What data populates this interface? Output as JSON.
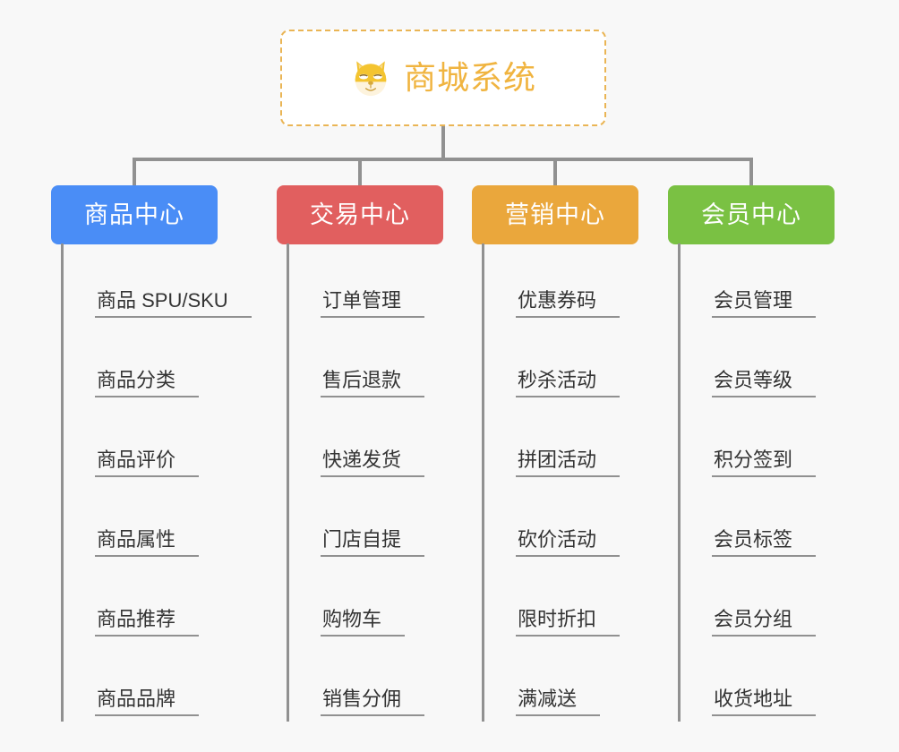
{
  "background_color": "#f8f8f8",
  "connector_color": "#919191",
  "root": {
    "title": "商城系统",
    "icon": "shiba-dog-icon",
    "border_color": "#eab555",
    "text_color": "#f0b440",
    "background": "#ffffff"
  },
  "branches": [
    {
      "label": "商品中心",
      "color": "#4a8df6",
      "items": [
        "商品 SPU/SKU",
        "商品分类",
        "商品评价",
        "商品属性",
        "商品推荐",
        "商品品牌"
      ]
    },
    {
      "label": "交易中心",
      "color": "#e15f5f",
      "items": [
        "订单管理",
        "售后退款",
        "快递发货",
        "门店自提",
        "购物车",
        "销售分佣"
      ]
    },
    {
      "label": "营销中心",
      "color": "#eaa73c",
      "items": [
        "优惠券码",
        "秒杀活动",
        "拼团活动",
        "砍价活动",
        "限时折扣",
        "满减送"
      ]
    },
    {
      "label": "会员中心",
      "color": "#7ac143",
      "items": [
        "会员管理",
        "会员等级",
        "积分签到",
        "会员标签",
        "会员分组",
        "收货地址"
      ]
    }
  ]
}
